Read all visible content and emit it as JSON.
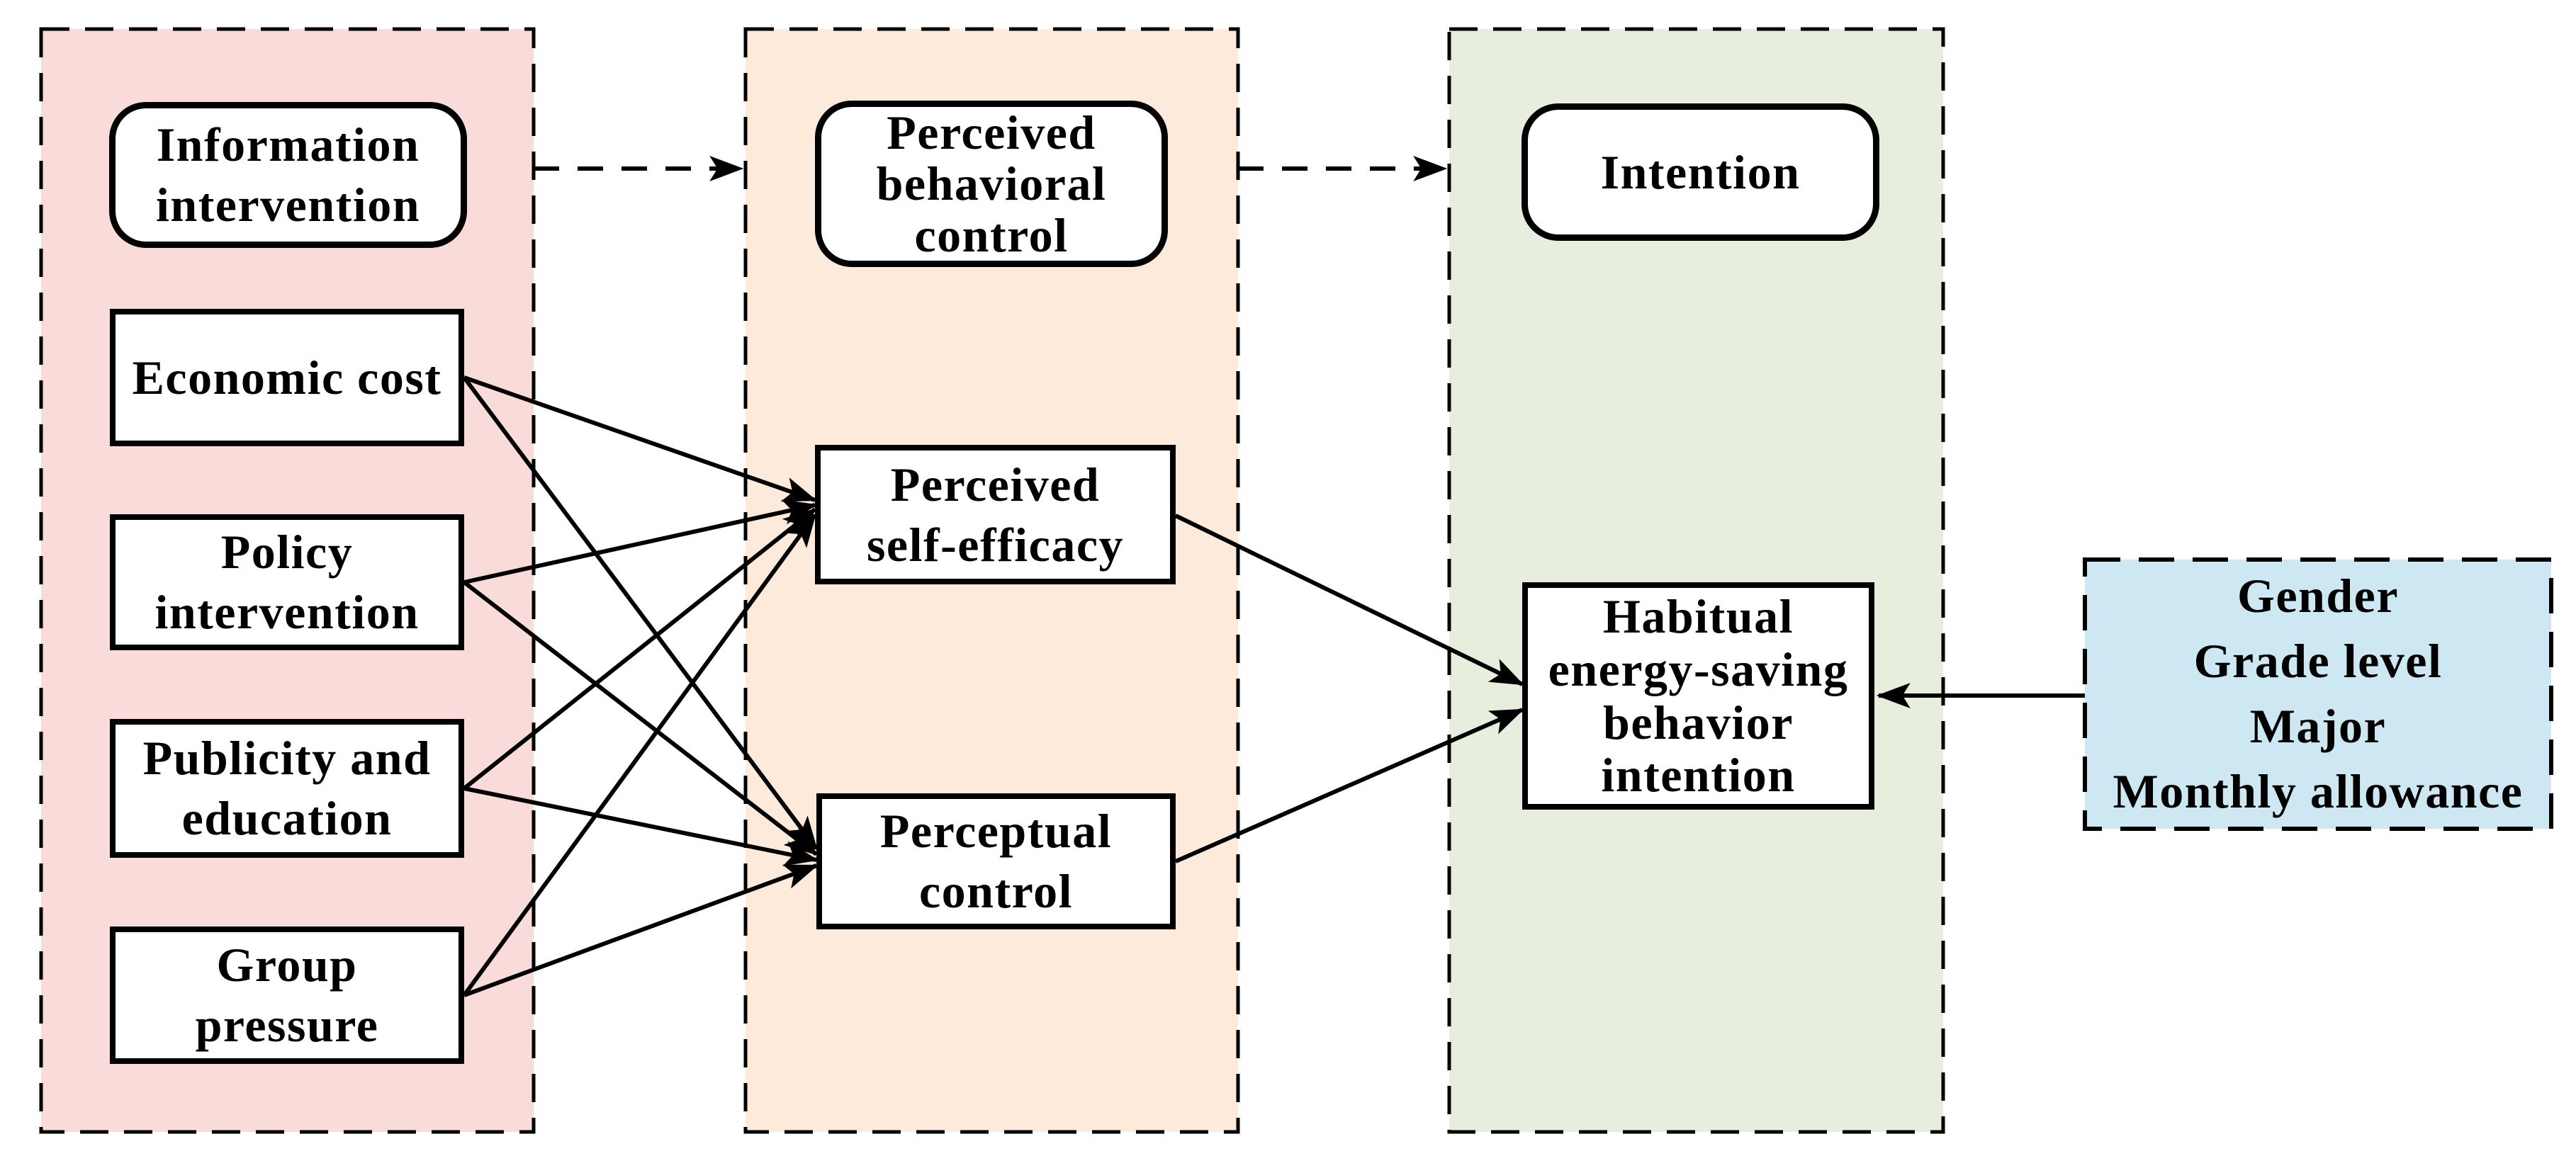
{
  "diagram": {
    "columns": [
      {
        "id": "information-intervention",
        "header": "Information\nintervention",
        "items": [
          "Economic cost",
          "Policy\nintervention",
          "Publicity and\neducation",
          "Group\npressure"
        ],
        "panel_fill": "#f9dcd9"
      },
      {
        "id": "perceived-behavioral-control",
        "header": "Perceived\nbehavioral\ncontrol",
        "items": [
          "Perceived\nself-efficacy",
          "Perceptual\ncontrol"
        ],
        "panel_fill": "#fdeadb"
      },
      {
        "id": "intention",
        "header": "Intention",
        "items": [
          "Habitual\nenergy-saving\nbehavior\nintention"
        ],
        "panel_fill": "#e8eedd"
      }
    ],
    "covariates": {
      "label": "Gender\nGrade level\nMajor\nMonthly allowance",
      "box_fill": "#cde8f2"
    },
    "colors": {
      "stroke": "#000000",
      "node_fill": "#ffffff"
    }
  }
}
